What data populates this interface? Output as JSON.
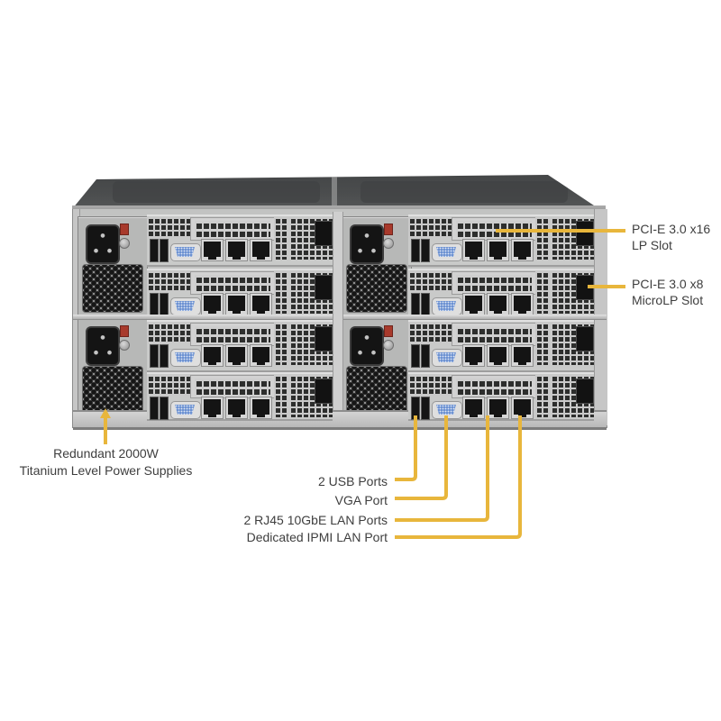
{
  "diagram": {
    "subject": "server-rear-panel-callout-diagram",
    "callouts": {
      "pcie_x16_lp": {
        "label": "PCI-E 3.0 x16\nLP Slot"
      },
      "pcie_x8_microlp": {
        "label": "PCI-E 3.0 x8\nMicroLP Slot"
      },
      "psu": {
        "label": "Redundant 2000W\nTitanium Level Power Supplies"
      },
      "usb": {
        "label": "2 USB Ports"
      },
      "vga": {
        "label": "VGA Port"
      },
      "lan": {
        "label": "2 RJ45 10GbE LAN Ports"
      },
      "ipmi": {
        "label": "Dedicated IPMI LAN Port"
      }
    },
    "colors": {
      "callout_line": "#E8B63C",
      "label_text": "#3E3E3E"
    }
  }
}
